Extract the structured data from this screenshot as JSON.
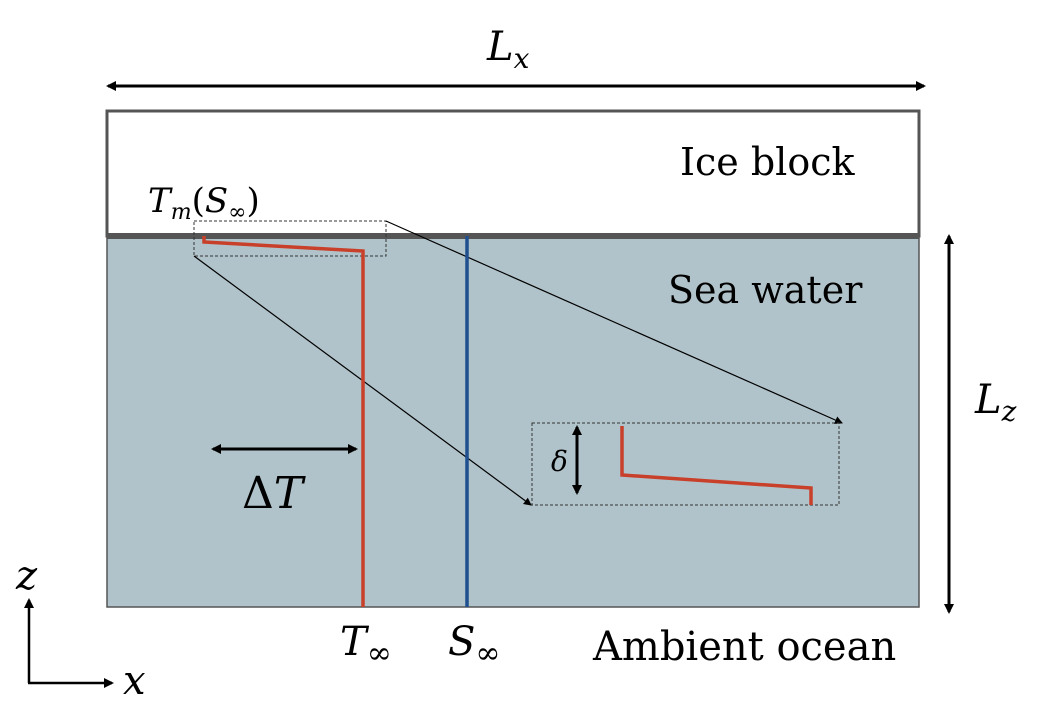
{
  "labels": {
    "lx_main": "L",
    "lx_sub": "x",
    "lz_main": "L",
    "lz_sub": "z",
    "ice_block": "Ice block",
    "sea_water": "Sea water",
    "ambient_ocean": "Ambient ocean",
    "tm_main": "T",
    "tm_sub": "m",
    "tm_paren_open": "(",
    "tm_s": "S",
    "tm_s_sub": "∞",
    "tm_paren_close": ")",
    "delta_t_symbol": "Δ",
    "delta_t_var": "T",
    "delta": "δ",
    "t_inf_main": "T",
    "t_inf_sub": "∞",
    "s_inf_main": "S",
    "s_inf_sub": "∞",
    "axis_z": "z",
    "axis_x": "x"
  },
  "colors": {
    "sea_water": "#b1c3ca",
    "temperature": "#c8402a",
    "salinity": "#1f4f8f",
    "interface": "#555555"
  }
}
